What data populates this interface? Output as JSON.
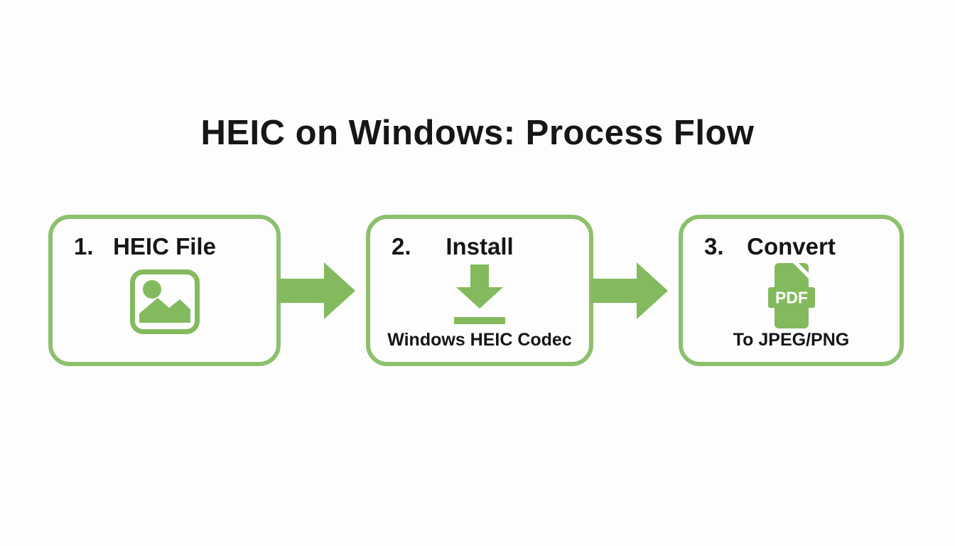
{
  "title": "HEIC on Windows: Process Flow",
  "colors": {
    "accent_green": "#84ba5e",
    "border_green": "#8dc06d",
    "text_black": "#161616",
    "background": "#fdfdfd",
    "icon_text_white": "#ffffff"
  },
  "steps": [
    {
      "number": "1.",
      "label": "HEIC File",
      "icon": "image-icon",
      "sublabel": ""
    },
    {
      "number": "2.",
      "label": "Install",
      "icon": "download-icon",
      "sublabel": "Windows HEIC Codec"
    },
    {
      "number": "3.",
      "label": "Convert",
      "icon": "pdf-file-icon",
      "sublabel": "To JPEG/PNG",
      "pdf_badge": "PDF"
    }
  ],
  "connectors": [
    {
      "type": "arrow-right"
    },
    {
      "type": "arrow-right"
    }
  ]
}
